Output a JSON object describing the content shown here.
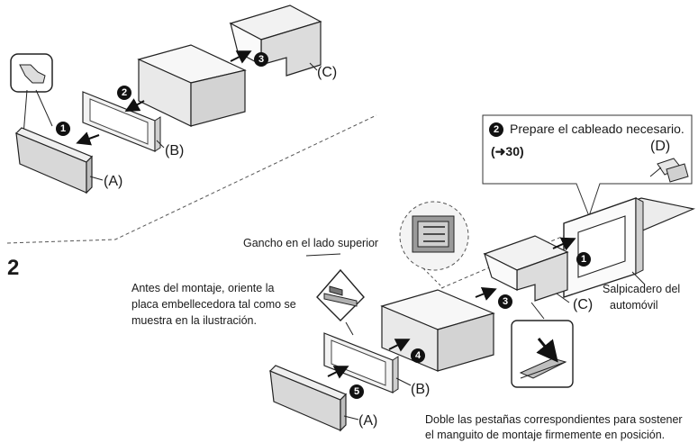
{
  "section_number": "2",
  "labels": {
    "a": "(A)",
    "b": "(B)",
    "c": "(C)",
    "d": "(D)"
  },
  "badges": [
    "1",
    "2",
    "3",
    "4",
    "5"
  ],
  "callout": {
    "step": "2",
    "text": "Prepare el cableado necesario.",
    "ref_arrow": "(➜",
    "ref_page": "30)"
  },
  "notes": {
    "hook": "Gancho en el lado superior",
    "orient_line1": "Antes del montaje, oriente la",
    "orient_line2": "placa embellecedora tal como se",
    "orient_line3": "muestra en la ilustración.",
    "dashboard_line1": "Salpicadero del",
    "dashboard_line2": "automóvil",
    "tabs_line1": "Doble las pestañas correspondientes para sostener",
    "tabs_line2": "el manguito de montaje firmemente en posición."
  },
  "icons": [
    "finger-press-icon",
    "arrow-icon"
  ]
}
